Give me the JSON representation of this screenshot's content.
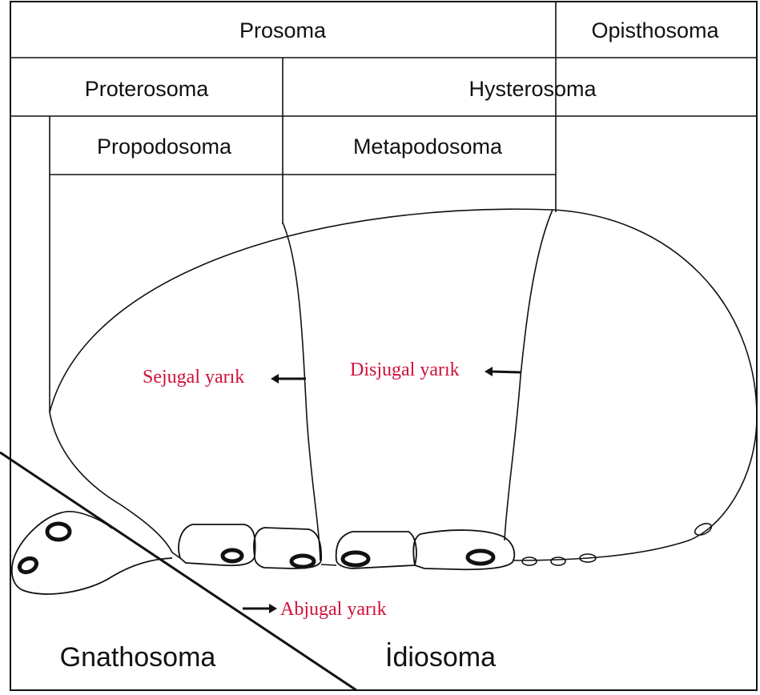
{
  "header": {
    "row1": {
      "prosoma": "Prosoma",
      "opisthosoma": "Opisthosoma"
    },
    "row2": {
      "proterosoma": "Proterosoma",
      "hysterosoma": "Hysterosoma"
    },
    "row3": {
      "propodosoma": "Propodosoma",
      "metapodosoma": "Metapodosoma"
    }
  },
  "sutures": {
    "sejugal": "Sejugal yarık",
    "disjugal": "Disjugal yarık",
    "abjugal": "Abjugal yarık"
  },
  "regions": {
    "gnathosoma": "Gnathosoma",
    "idiosoma": "İdiosoma"
  },
  "colors": {
    "line": "#111111",
    "suture_label": "#d0103a",
    "background": "#ffffff"
  }
}
